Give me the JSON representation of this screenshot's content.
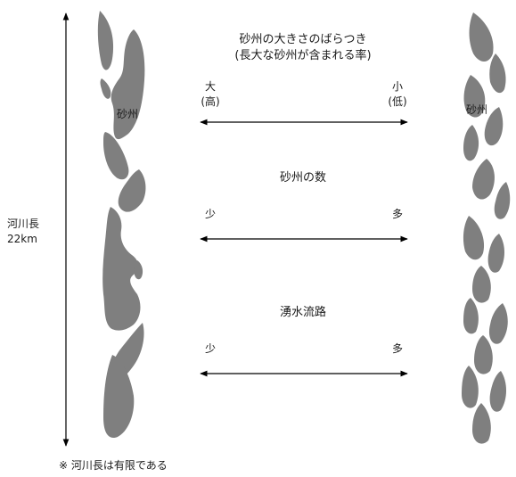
{
  "river_length": {
    "label": "河川長",
    "value": "22km"
  },
  "left_bar": {
    "island_label": "砂州"
  },
  "right_bar": {
    "island_label": "砂州"
  },
  "size_variation": {
    "title": "砂州の大きさのばらつき",
    "subtitle": "(長大な砂州が含まれる率)",
    "left_label": "大",
    "left_sub": "(高)",
    "right_label": "小",
    "right_sub": "(低)"
  },
  "bar_count": {
    "title": "砂州の数",
    "left_label": "少",
    "right_label": "多"
  },
  "spring_channel": {
    "title": "湧水流路",
    "left_label": "少",
    "right_label": "多"
  },
  "footnote": "※ 河川長は有限である",
  "colors": {
    "bar_fill": "#7f7f7f",
    "line": "#000000"
  }
}
